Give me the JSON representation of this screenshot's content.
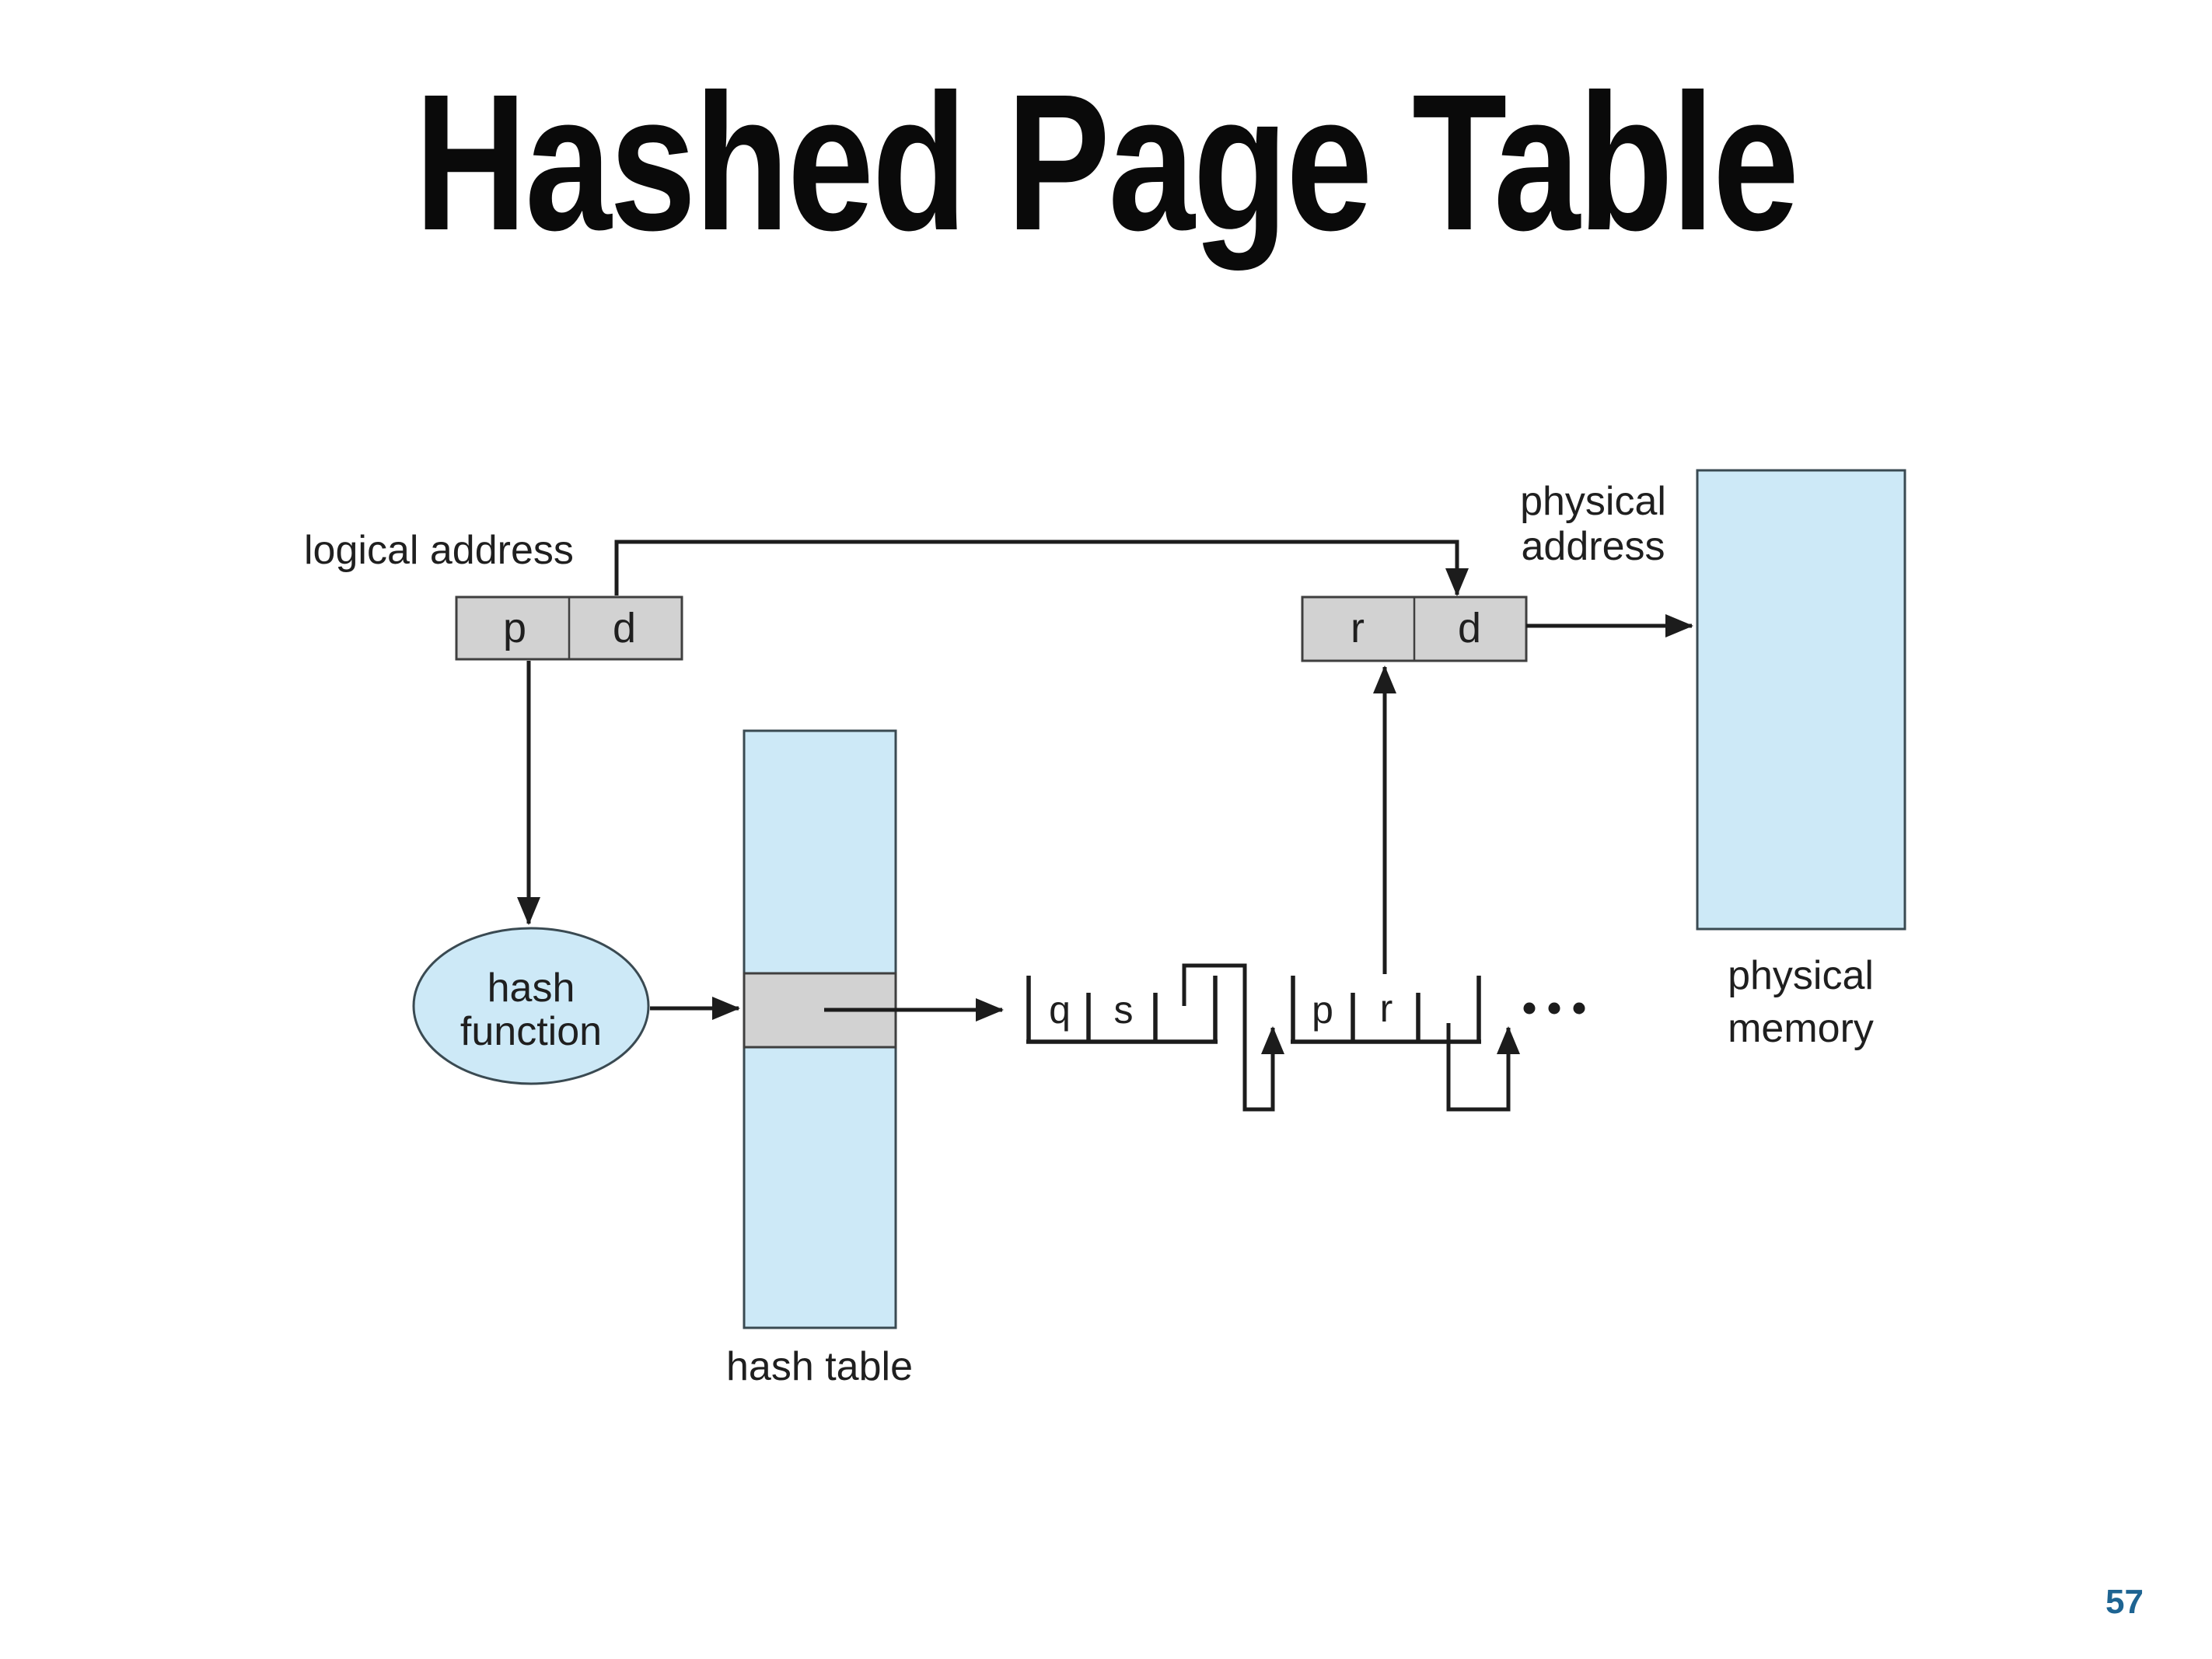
{
  "slide": {
    "title": "Hashed Page Table",
    "page_number": "57"
  },
  "figure": {
    "labels": {
      "logical_address": "logical address",
      "physical_address": [
        "physical",
        "address"
      ],
      "hash_function": [
        "hash",
        "function"
      ],
      "hash_table": "hash table",
      "physical_memory": [
        "physical",
        "memory"
      ]
    },
    "logical_address_box": {
      "cells": [
        "p",
        "d"
      ]
    },
    "physical_address_box": {
      "cells": [
        "r",
        "d"
      ]
    },
    "chain_nodes": [
      {
        "cells": [
          "q",
          "s"
        ]
      },
      {
        "cells": [
          "p",
          "r"
        ]
      }
    ],
    "list_tail_ellipsis": "...",
    "colors": {
      "figure_blue": "#cde9f7",
      "figure_gray": "#d2d2d2",
      "line": "#1c1c1c",
      "page_number": "#1e6492"
    }
  }
}
